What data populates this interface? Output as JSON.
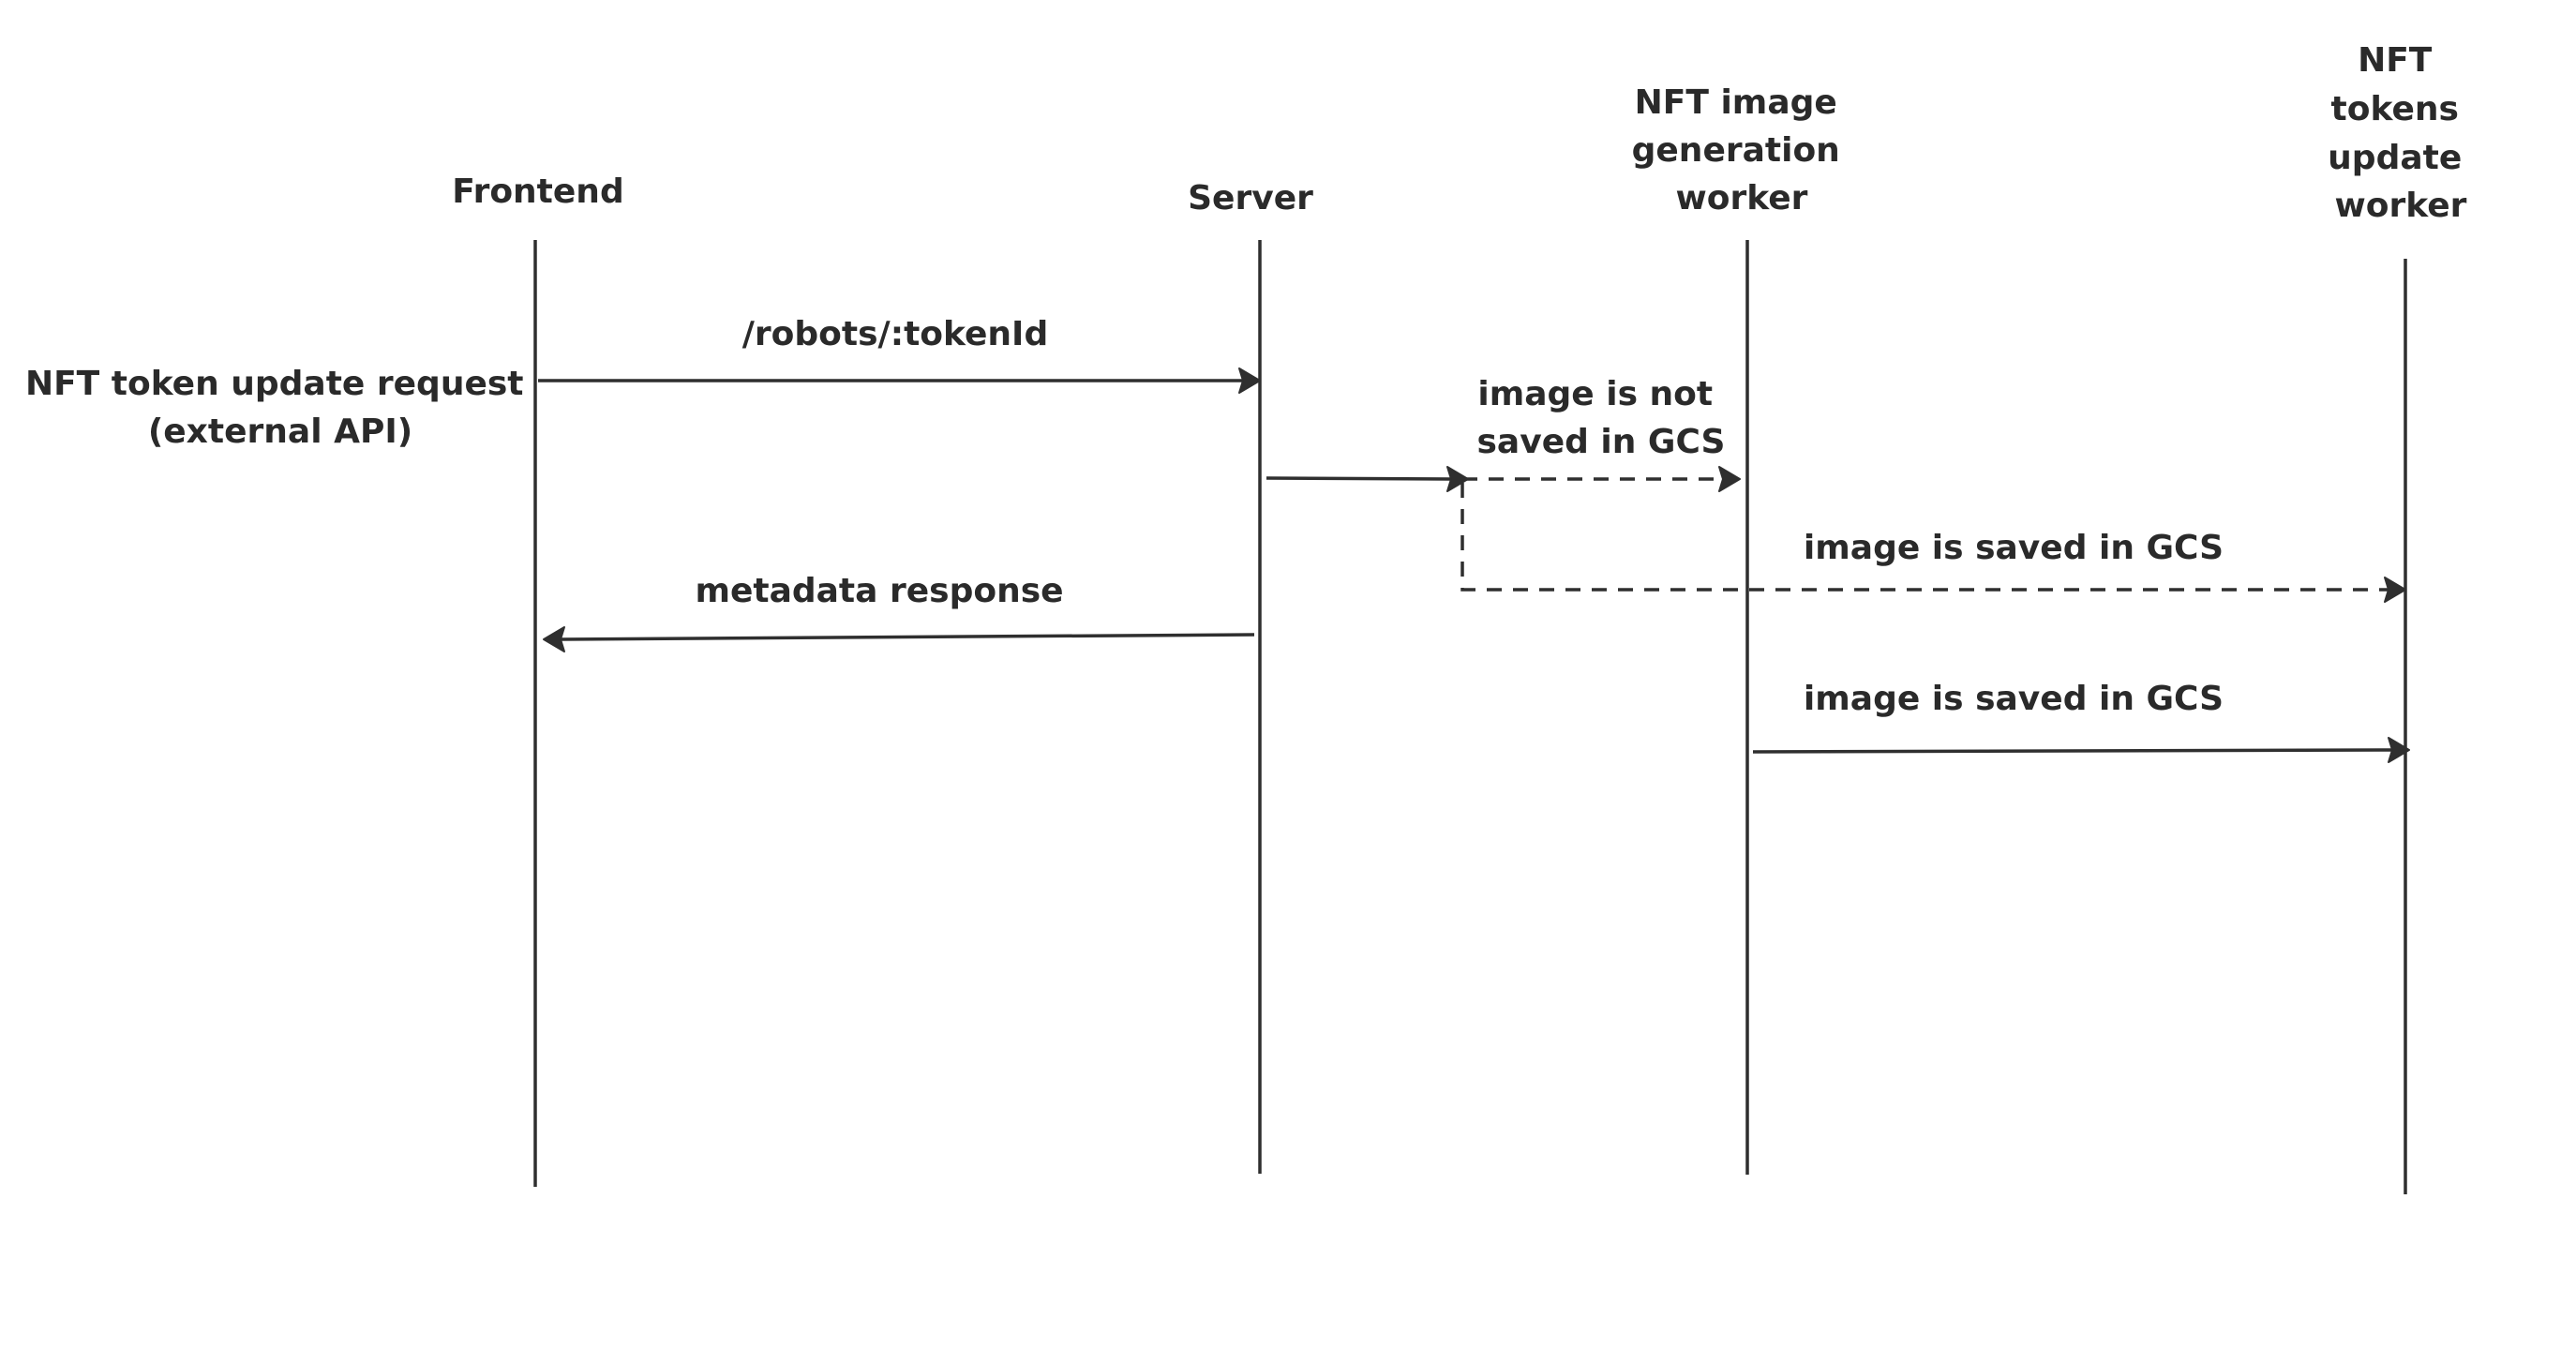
{
  "participants": {
    "frontend": "Frontend",
    "server": "Server",
    "image_worker": [
      "NFT image",
      "generation",
      "worker"
    ],
    "tokens_worker": [
      "NFT",
      "tokens",
      "update",
      "worker"
    ]
  },
  "external_request": [
    "NFT token update request",
    "(external API)"
  ],
  "messages": {
    "get_robot": "/robots/:tokenId",
    "image_not_saved": [
      "image is not",
      "saved in GCS"
    ],
    "image_saved_from_server": "image is saved in GCS",
    "metadata_response": "metadata response",
    "image_saved_from_worker": "image is saved in GCS"
  }
}
